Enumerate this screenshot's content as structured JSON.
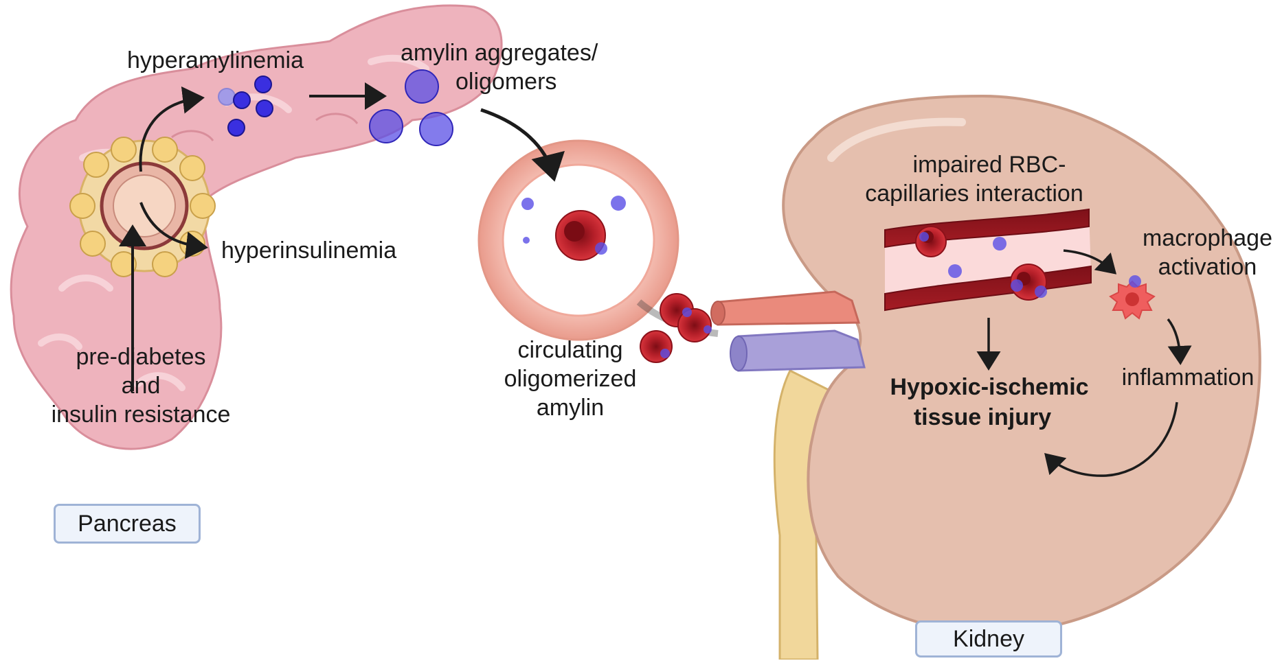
{
  "labels": {
    "hyperamylinemia": "hyperamylinemia",
    "amylin_aggregates_l1": "amylin aggregates/",
    "amylin_aggregates_l2": "oligomers",
    "hyperinsulinemia": "hyperinsulinemia",
    "prediabetes_l1": "pre-diabetes",
    "prediabetes_l2": "and",
    "prediabetes_l3": "insulin resistance",
    "circulating_l1": "circulating",
    "circulating_l2": "oligomerized",
    "circulating_l3": "amylin",
    "impaired_l1": "impaired RBC-",
    "impaired_l2": "capillaries interaction",
    "macrophage_l1": "macrophage",
    "macrophage_l2": "activation",
    "inflammation": "inflammation",
    "hypoxic_l1": "Hypoxic-ischemic",
    "hypoxic_l2": "tissue injury"
  },
  "organs": {
    "pancreas": "Pancreas",
    "kidney": "Kidney"
  },
  "colors": {
    "pancreas_fill": "#eeb3bd",
    "kidney_fill": "#e5bfae",
    "rbc": "#c0262f",
    "amylin": "#4a3fd8",
    "arrow": "#1c1c1c"
  },
  "icons": [
    "pancreas-organ",
    "islet-cell-cluster",
    "amylin-monomer",
    "amylin-oligomer",
    "blood-vessel-cross-section",
    "red-blood-cell",
    "kidney-organ",
    "capillary",
    "macrophage-cell",
    "renal-artery",
    "renal-vein",
    "ureter"
  ]
}
